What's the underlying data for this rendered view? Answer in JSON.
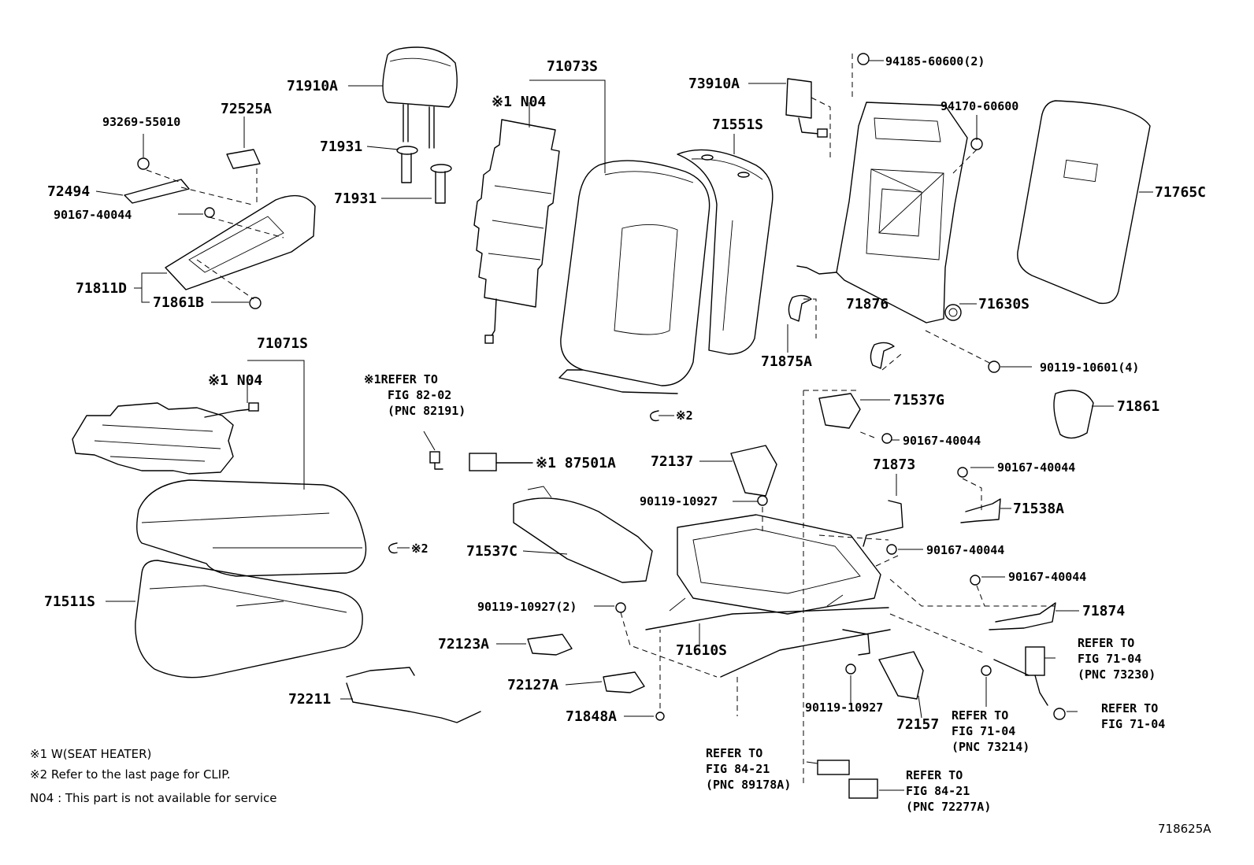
{
  "labels": {
    "p71910A": "71910A",
    "p72525A": "72525A",
    "p93269": "93269-55010",
    "p72494": "72494",
    "p90167a": "90167-40044",
    "p71811D": "71811D",
    "p71861B": "71861B",
    "p71931a": "71931",
    "p71931b": "71931",
    "p71073S": "71073S",
    "p71073S_note": "※1 N04",
    "p73910A": "73910A",
    "p71551S": "71551S",
    "p94185": "94185-60600(2)",
    "p94170": "94170-60600",
    "p71765C": "71765C",
    "p71876": "71876",
    "p71630S": "71630S",
    "p71875A": "71875A",
    "p90119_10601": "90119-10601(4)",
    "p71861": "71861",
    "p71071S": "71071S",
    "p71071S_note": "※1 N04",
    "p71537G": "71537G",
    "p90167b": "90167-40044",
    "p90167c": "90167-40044",
    "p71873": "71873",
    "p72137": "72137",
    "p90119_10927a": "90119-10927",
    "p87501A": "※1 87501A",
    "p71538A": "71538A",
    "p90167d": "90167-40044",
    "p71537C": "71537C",
    "p90167e": "90167-40044",
    "p71874": "71874",
    "p71511S": "71511S",
    "p90119_10927_2": "90119-10927(2)",
    "p71610S": "71610S",
    "p72123A": "72123A",
    "p72127A": "72127A",
    "p72211": "72211",
    "p71848A": "71848A",
    "p90119_10927b": "90119-10927",
    "p72157": "72157",
    "clip1": "※2",
    "clip2": "※2"
  },
  "refers": {
    "r82": [
      "※1REFER TO",
      "FIG 82-02",
      "(PNC 82191)"
    ],
    "r7104a": [
      "REFER TO",
      "FIG 71-04",
      "(PNC 73230)"
    ],
    "r7104b": [
      "REFER TO",
      "FIG 71-04",
      "(PNC 73214)"
    ],
    "r7104c": [
      "REFER TO",
      "FIG 71-04"
    ],
    "r8421a": [
      "REFER TO",
      "FIG 84-21",
      "(PNC 89178A)"
    ],
    "r8421b": [
      "REFER TO",
      "FIG 84-21",
      "(PNC 72277A)"
    ]
  },
  "notes": {
    "n1": "※1  W(SEAT  HEATER)",
    "n2": "※2  Refer to the last page for CLIP.",
    "n3": "N04 : This part is not available for service"
  },
  "figure_id": "718625A"
}
